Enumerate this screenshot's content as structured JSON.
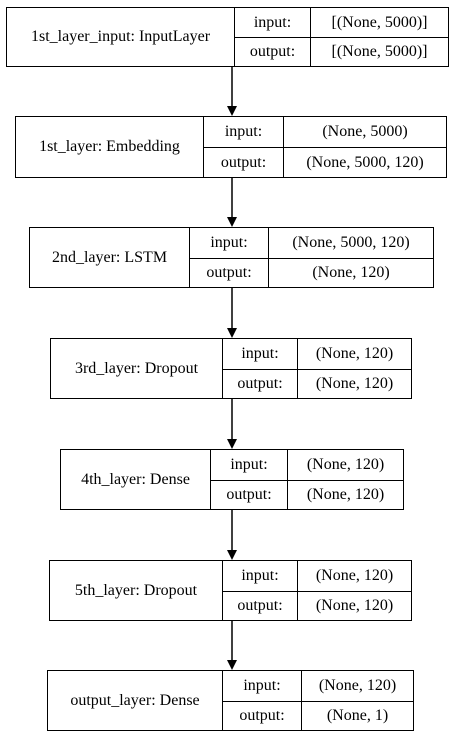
{
  "labels": {
    "input": "input:",
    "output": "output:"
  },
  "layers": [
    {
      "name": "1st_layer_input: InputLayer",
      "input": "[(None, 5000)]",
      "output": "[(None, 5000)]"
    },
    {
      "name": "1st_layer: Embedding",
      "input": "(None, 5000)",
      "output": "(None, 5000, 120)"
    },
    {
      "name": "2nd_layer: LSTM",
      "input": "(None, 5000, 120)",
      "output": "(None, 120)"
    },
    {
      "name": "3rd_layer: Dropout",
      "input": "(None, 120)",
      "output": "(None, 120)"
    },
    {
      "name": "4th_layer: Dense",
      "input": "(None, 120)",
      "output": "(None, 120)"
    },
    {
      "name": "5th_layer: Dropout",
      "input": "(None, 120)",
      "output": "(None, 120)"
    },
    {
      "name": "output_layer: Dense",
      "input": "(None, 120)",
      "output": "(None, 1)"
    }
  ]
}
